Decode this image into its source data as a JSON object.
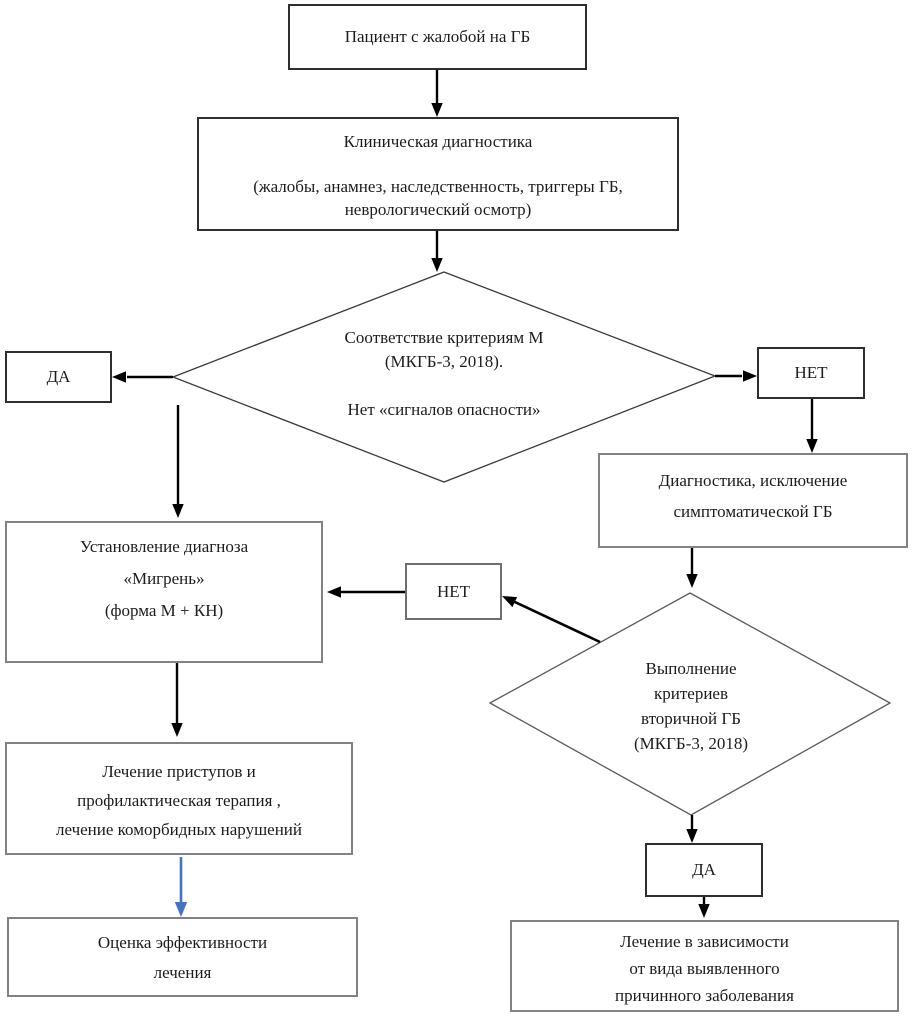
{
  "nodes": {
    "patient": {
      "label": "Пациент с жалобой на ГБ"
    },
    "clinical": {
      "lines": [
        "Клиническая диагностика",
        "(жалобы, анамнез, наследственность, триггеры ГБ,",
        "неврологический осмотр)"
      ]
    },
    "criteria_m": {
      "lines": [
        "Соответствие критериям М",
        "(МКГБ-3, 2018).",
        "Нет «сигналов опасности»"
      ]
    },
    "yes_left": {
      "label": "ДА"
    },
    "no_right": {
      "label": "НЕТ"
    },
    "diagnostics": {
      "lines": [
        "Диагностика, исключение",
        "симптоматической ГБ"
      ]
    },
    "migraine": {
      "lines": [
        "Установление диагноза",
        "«Мигрень»",
        "(форма М + КН)"
      ]
    },
    "no_mid": {
      "label": "НЕТ"
    },
    "secondary_criteria": {
      "lines": [
        "Выполнение",
        "критериев",
        "вторичной ГБ",
        "(МКГБ-3, 2018)"
      ]
    },
    "treatment": {
      "lines": [
        "Лечение приступов и",
        "профилактическая терапия ,",
        "лечение коморбидных нарушений"
      ]
    },
    "evaluation": {
      "lines": [
        "Оценка эффективности",
        "лечения"
      ]
    },
    "yes_bottom": {
      "label": "ДА"
    },
    "secondary_treatment": {
      "lines": [
        "Лечение в зависимости",
        "от вида выявленного",
        "причинного заболевания"
      ]
    }
  },
  "colors": {
    "arrow": "#000000",
    "blue_arrow": "#4472c4",
    "box_border_dark": "#2e2e2e",
    "box_border_gray": "#828282",
    "diamond_stroke": "#3a3a3a"
  }
}
